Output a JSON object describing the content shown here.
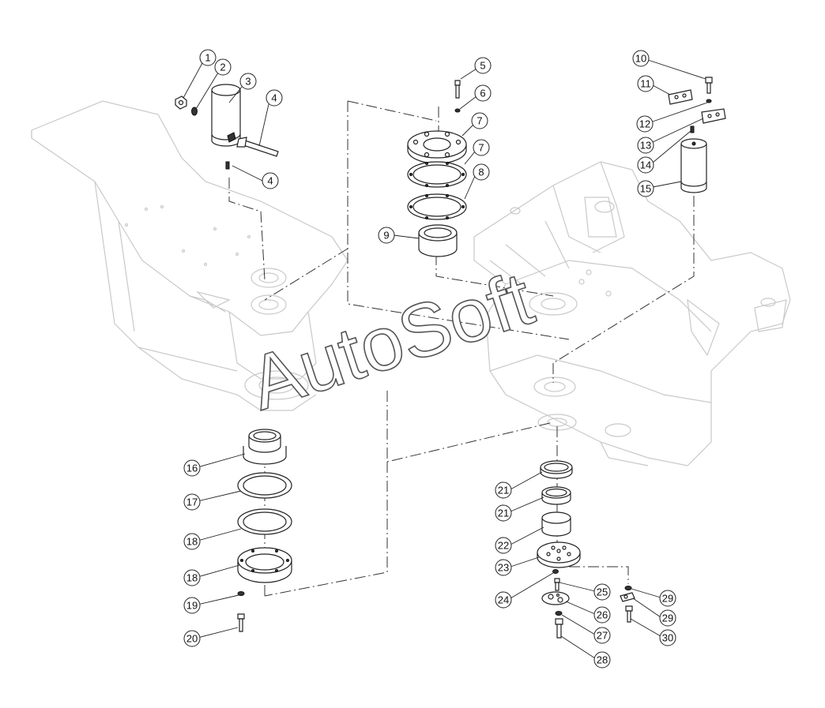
{
  "watermark": "AutoSoft",
  "callouts": [
    "1",
    "2",
    "3",
    "4",
    "4",
    "5",
    "6",
    "7",
    "7",
    "8",
    "9",
    "10",
    "11",
    "12",
    "13",
    "14",
    "15",
    "16",
    "17",
    "18",
    "18",
    "19",
    "20",
    "21",
    "21",
    "22",
    "23",
    "24",
    "25",
    "26",
    "27",
    "28",
    "29",
    "29",
    "30"
  ]
}
